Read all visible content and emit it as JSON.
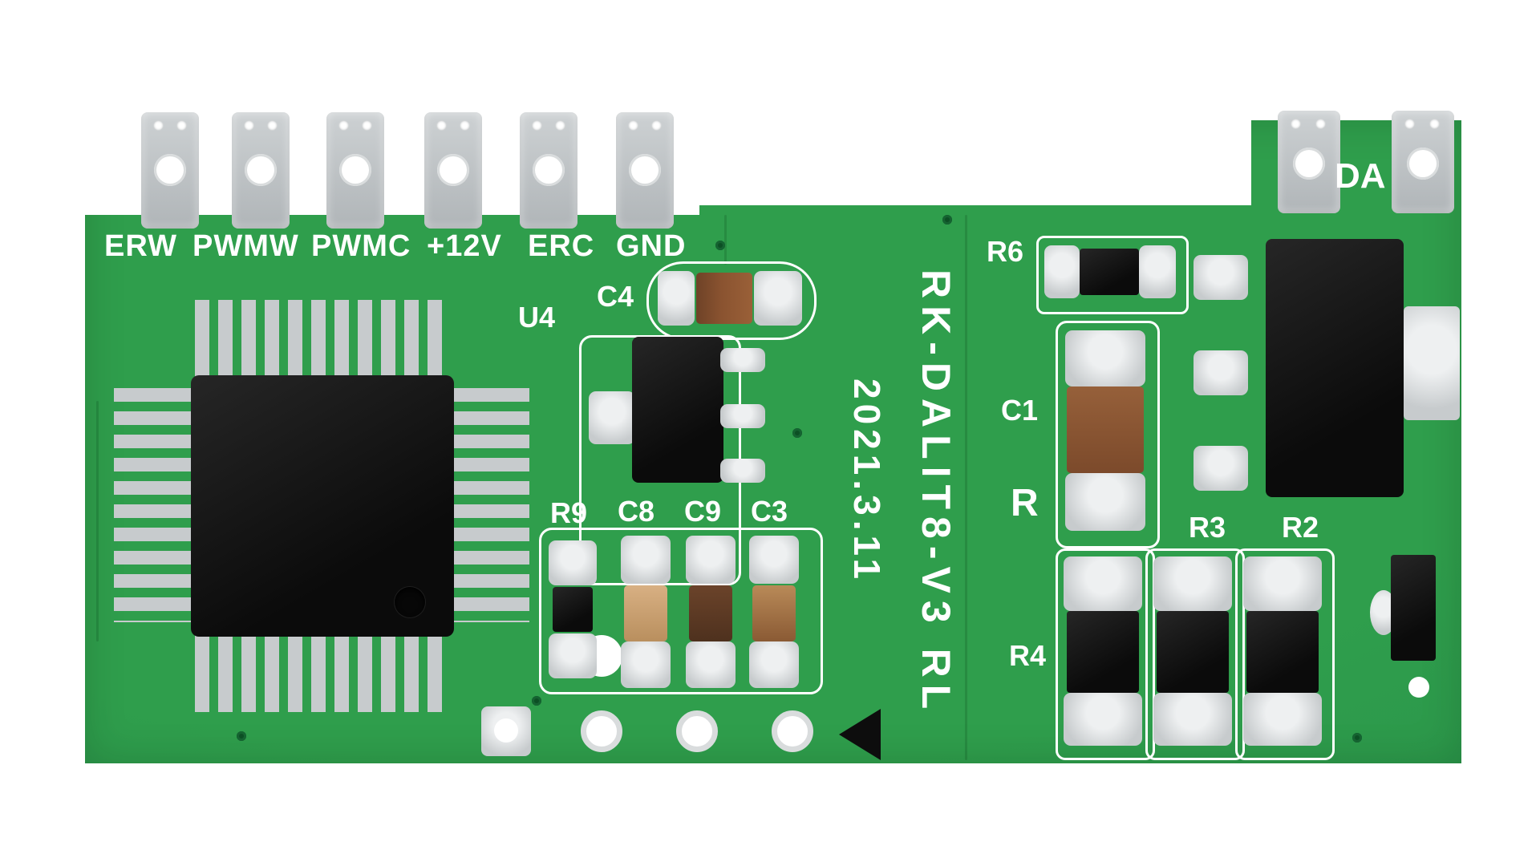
{
  "board": {
    "markings": {
      "model": "RK-DALIT8-V3 RL",
      "date": "2021.3.11"
    },
    "terminals_left": [
      "ERW",
      "PWMW",
      "PWMC",
      "+12V",
      "ERC",
      "GND"
    ],
    "terminals_right": [
      "DA"
    ],
    "component_labels": {
      "u4": "U4",
      "c4": "C4",
      "r9": "R9",
      "c8": "C8",
      "c9": "C9",
      "c3": "C3",
      "r6": "R6",
      "c1": "C1",
      "r": "R",
      "r3": "R3",
      "r2": "R2",
      "r4": "R4"
    },
    "colors": {
      "pcb-green": "#2f9e4c",
      "pcb-green-dark": "#20823c",
      "silver": "#c7cbcd",
      "silver-light": "#eef0f1",
      "silkscreen": "#ffffff",
      "component-black": "#141414",
      "cap-brown": "#8a5330",
      "cap-dark-brown": "#5e3b25",
      "cap-tan": "#c9a06b"
    }
  }
}
